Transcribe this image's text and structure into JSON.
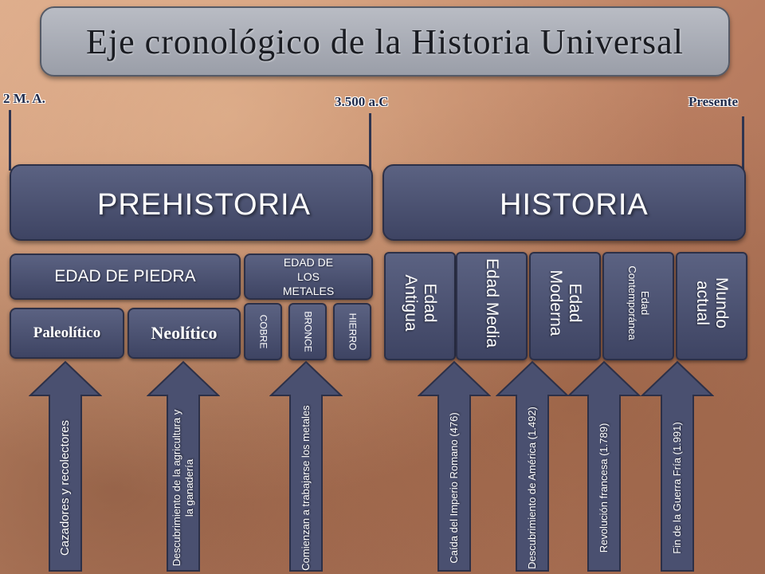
{
  "title": "Eje cronológico de la Historia Universal",
  "markers": {
    "start": "2 M. A.",
    "middle": "3.500 a.C",
    "end": "Presente"
  },
  "main_periods": {
    "prehistory": "PREHISTORIA",
    "history": "HISTORIA"
  },
  "prehistory": {
    "stone_age": "EDAD DE PIEDRA",
    "metal_age": "EDAD DE LOS METALES",
    "paleolithic": "Paleolítico",
    "neolithic": "Neolítico",
    "metals": [
      "COBRE",
      "BRONCE",
      "HIERRO"
    ]
  },
  "history_ages": [
    "Edad Antigua",
    "Edad Media",
    "Edad Moderna",
    "Edad Contemporánea",
    "Mundo actual"
  ],
  "arrows": [
    "Cazadores y recolectores",
    "Descubrimiento de la agricultura y la ganadería",
    "Comienzan a trabajarse los metales",
    "Caída del Imperio Romano (476)",
    "Descubrimiento de América (1.492)",
    "Revolución francesa (1.789)",
    "Fin de la Guerra Fría (1.991)"
  ],
  "colors": {
    "box": "#4a5070",
    "box_border": "#2c3048",
    "title_bg": "#a9adb6",
    "arrow": "#4a5070"
  }
}
